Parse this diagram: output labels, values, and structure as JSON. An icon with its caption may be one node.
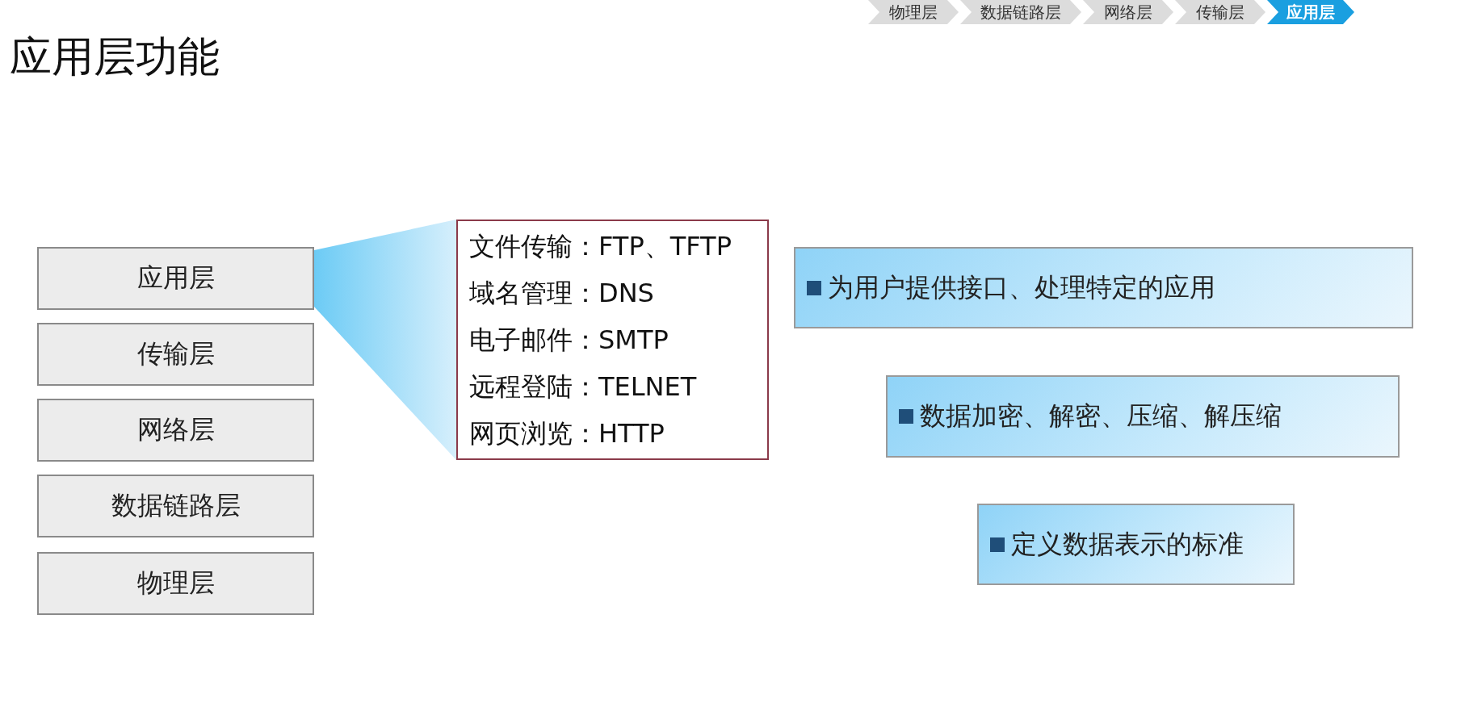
{
  "diagram": {
    "title": "应用层功能",
    "nodes": [
      {
        "text": [
          "应用层"
        ]
      },
      {
        "text": [
          "传输层"
        ]
      },
      {
        "text": [
          "网络层"
        ]
      },
      {
        "text": [
          "数据链路层"
        ]
      },
      {
        "text": [
          "物理层"
        ]
      },
      {
        "text": [
          "文件传输：FTP、TFTP",
          "域名管理：DNS",
          "电子邮件：SMTP",
          "远程登陆：TELNET",
          "网页浏览：HTTP"
        ]
      },
      {
        "text": [
          "为用户提供接口、处理特定的应用"
        ]
      },
      {
        "text": [
          "数据加密、解密、压缩、解压缩"
        ]
      },
      {
        "text": [
          "定义数据表示的标准"
        ]
      },
      {
        "text": [
          "物理层"
        ]
      },
      {
        "text": [
          "数据链路层"
        ]
      },
      {
        "text": [
          "网络层"
        ]
      },
      {
        "text": [
          "传输层"
        ]
      },
      {
        "text": [
          "应用层"
        ]
      }
    ],
    "edges": [
      {
        "from": 0,
        "to": 5,
        "arrow": "none"
      }
    ]
  }
}
